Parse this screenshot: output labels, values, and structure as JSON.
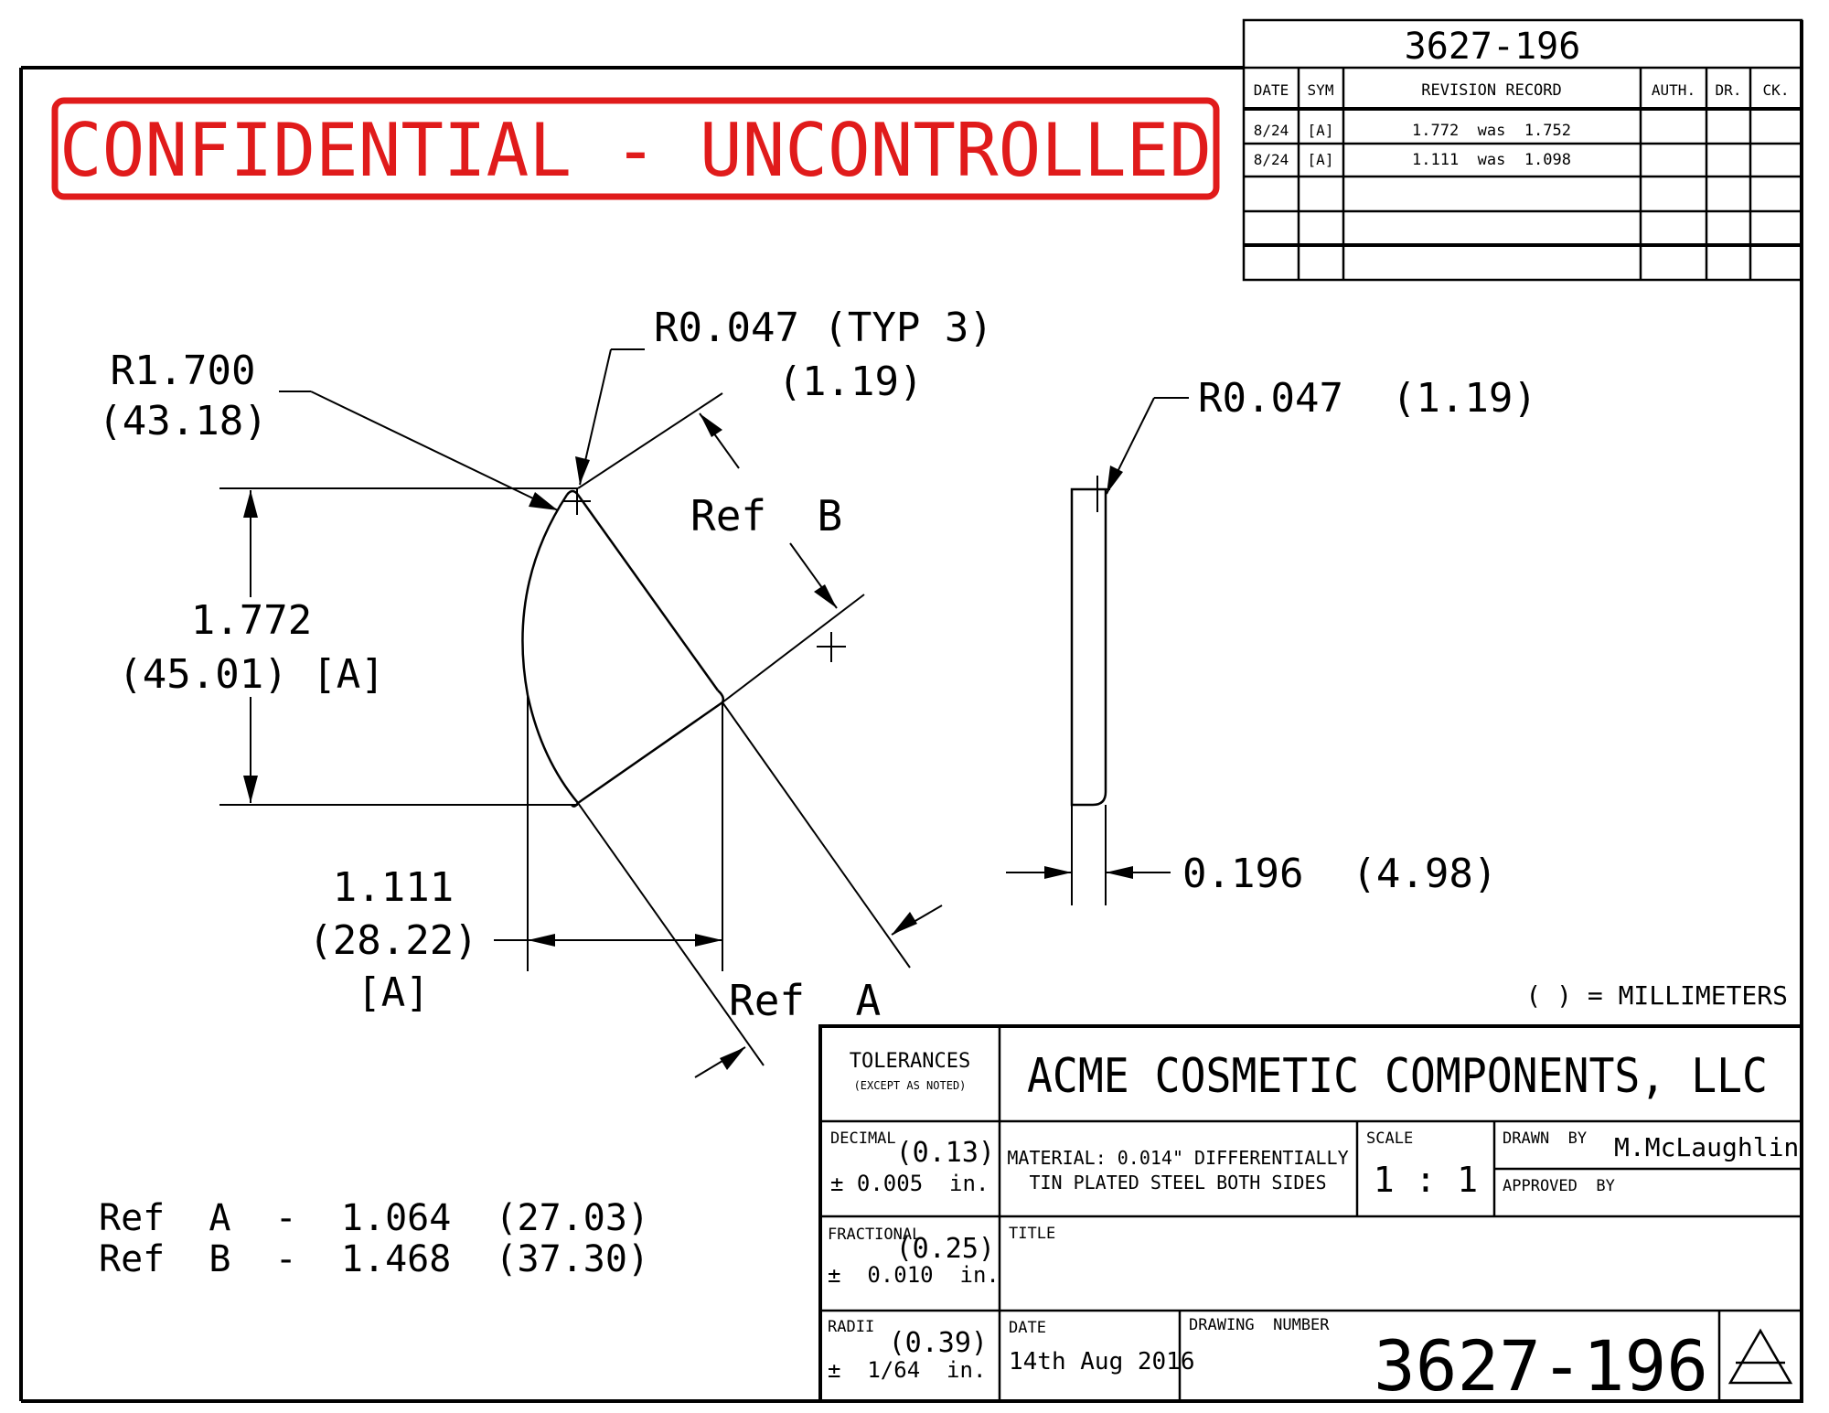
{
  "revision_block": {
    "drawing_number": "3627-196",
    "headers": {
      "date": "DATE",
      "sym": "SYM",
      "record": "REVISION RECORD",
      "auth": "AUTH.",
      "dr": "DR.",
      "ck": "CK."
    },
    "rows": [
      {
        "date": "8/24",
        "sym": "[A]",
        "record": "1.772  was  1.752"
      },
      {
        "date": "8/24",
        "sym": "[A]",
        "record": "1.111  was  1.098"
      }
    ]
  },
  "stamp": {
    "text": "CONFIDENTIAL - UNCONTROLLED",
    "color": "#e01b1b"
  },
  "dimensions": {
    "r1700": "R1.700",
    "r1700_mm": "(43.18)",
    "r047_typ": "R0.047 (TYP 3)",
    "r047_typ_mm": "(1.19)",
    "ref_b": "Ref  B",
    "ref_a": "Ref  A",
    "d1772": "1.772",
    "d1772_mm": "(45.01) [A]",
    "d1111": "1.111",
    "d1111_mm": "(28.22)",
    "d1111_rev": "[A]",
    "r047_side": "R0.047  (1.19)",
    "thickness": "0.196  (4.98)",
    "units_note": "( ) = MILLIMETERS"
  },
  "refs_note": {
    "line1": "Ref  A  -  1.064  (27.03)",
    "line2": "Ref  B  -  1.468  (37.30)"
  },
  "title_block": {
    "tolerances": "TOLERANCES",
    "except_noted": "(EXCEPT AS NOTED)",
    "company": "ACME COSMETIC COMPONENTS, LLC",
    "decimal_label": "DECIMAL",
    "decimal_mm": "(0.13)",
    "decimal_val": "± 0.005  in.",
    "material_line1": "MATERIAL: 0.014\" DIFFERENTIALLY",
    "material_line2": "TIN PLATED STEEL BOTH SIDES",
    "scale_label": "SCALE",
    "scale_val": "1 : 1",
    "drawn_by_label": "DRAWN  BY",
    "drawn_by_val": "M.McLaughlin",
    "approved_by_label": "APPROVED  BY",
    "fractional_label": "FRACTIONAL",
    "fractional_mm": "(0.25)",
    "fractional_val": "±  0.010  in.",
    "title_label": "TITLE",
    "radii_label": "RADII",
    "radii_mm": "(0.39)",
    "radii_val": "±  1/64  in.",
    "date_label": "DATE",
    "date_val": "14th Aug 2016",
    "drawing_number_label": "DRAWING  NUMBER",
    "drawing_number_val": "3627-196"
  }
}
